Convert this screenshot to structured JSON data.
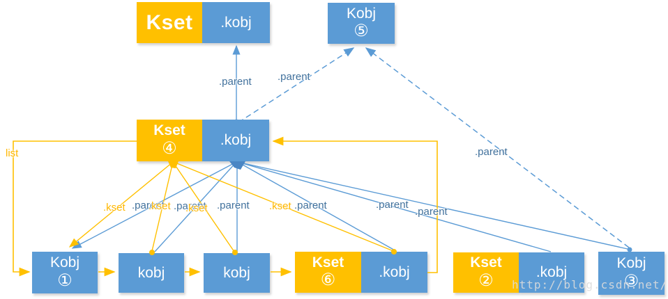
{
  "colors": {
    "orange": "#FFC000",
    "blue": "#5B9BD5",
    "label_blue": "#41719C",
    "watermark_gray": "#DBDBDB"
  },
  "boxes": {
    "kset_top": {
      "kset": "Kset",
      "kobj": ".kobj"
    },
    "kobj5": {
      "title": "Kobj",
      "num": "⑤"
    },
    "kset4": {
      "kset": "Kset",
      "num": "④",
      "kobj": ".kobj"
    },
    "kobj1": {
      "title": "Kobj",
      "num": "①"
    },
    "kobj_a": {
      "title": "kobj"
    },
    "kobj_b": {
      "title": "kobj"
    },
    "kset6": {
      "kset": "Kset",
      "num": "⑥",
      "kobj": ".kobj"
    },
    "kset2": {
      "kset": "Kset",
      "num": "②",
      "kobj": ".kobj"
    },
    "kobj3": {
      "title": "Kobj",
      "num": "③"
    }
  },
  "edge_labels": {
    "parent": ".parent",
    "kset": ".kset",
    "list": "list"
  },
  "watermark": "http://blog.csdn.net/"
}
